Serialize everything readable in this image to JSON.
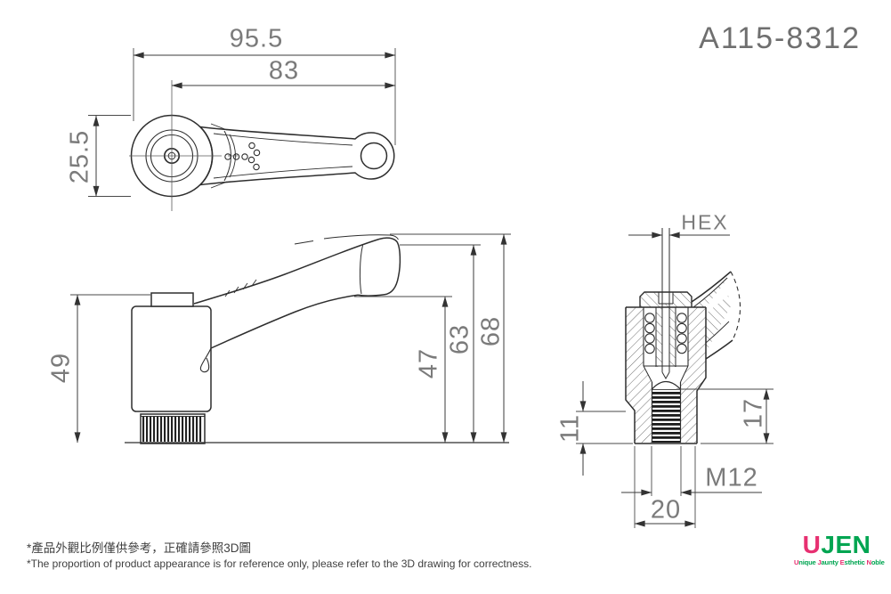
{
  "title": "A115-8312",
  "dims": {
    "top": {
      "overall": "95.5",
      "center_to_end": "83",
      "boss": "25.5"
    },
    "side": {
      "body": "49",
      "h47": "47",
      "h63": "63",
      "h68": "68"
    },
    "section": {
      "hex": "HEX",
      "d11": "11",
      "d17": "17",
      "thread": "M12",
      "d20": "20"
    }
  },
  "notes": {
    "zh": "*產品外觀比例僅供參考，正確請參照3D圖",
    "en": "*The proportion of product appearance is for reference only, please refer to the 3D drawing for correctness."
  },
  "logo": {
    "word_u": "U",
    "word_jen": "JEN",
    "tagline_parts": [
      "U",
      "nique ",
      "J",
      "aunty ",
      "E",
      "sthetic ",
      "N",
      "oble"
    ]
  },
  "colors": {
    "brand_pink": "#e73071",
    "brand_green": "#00a551",
    "line": "#2e2e2e",
    "dim_text": "#7b7b7b"
  }
}
